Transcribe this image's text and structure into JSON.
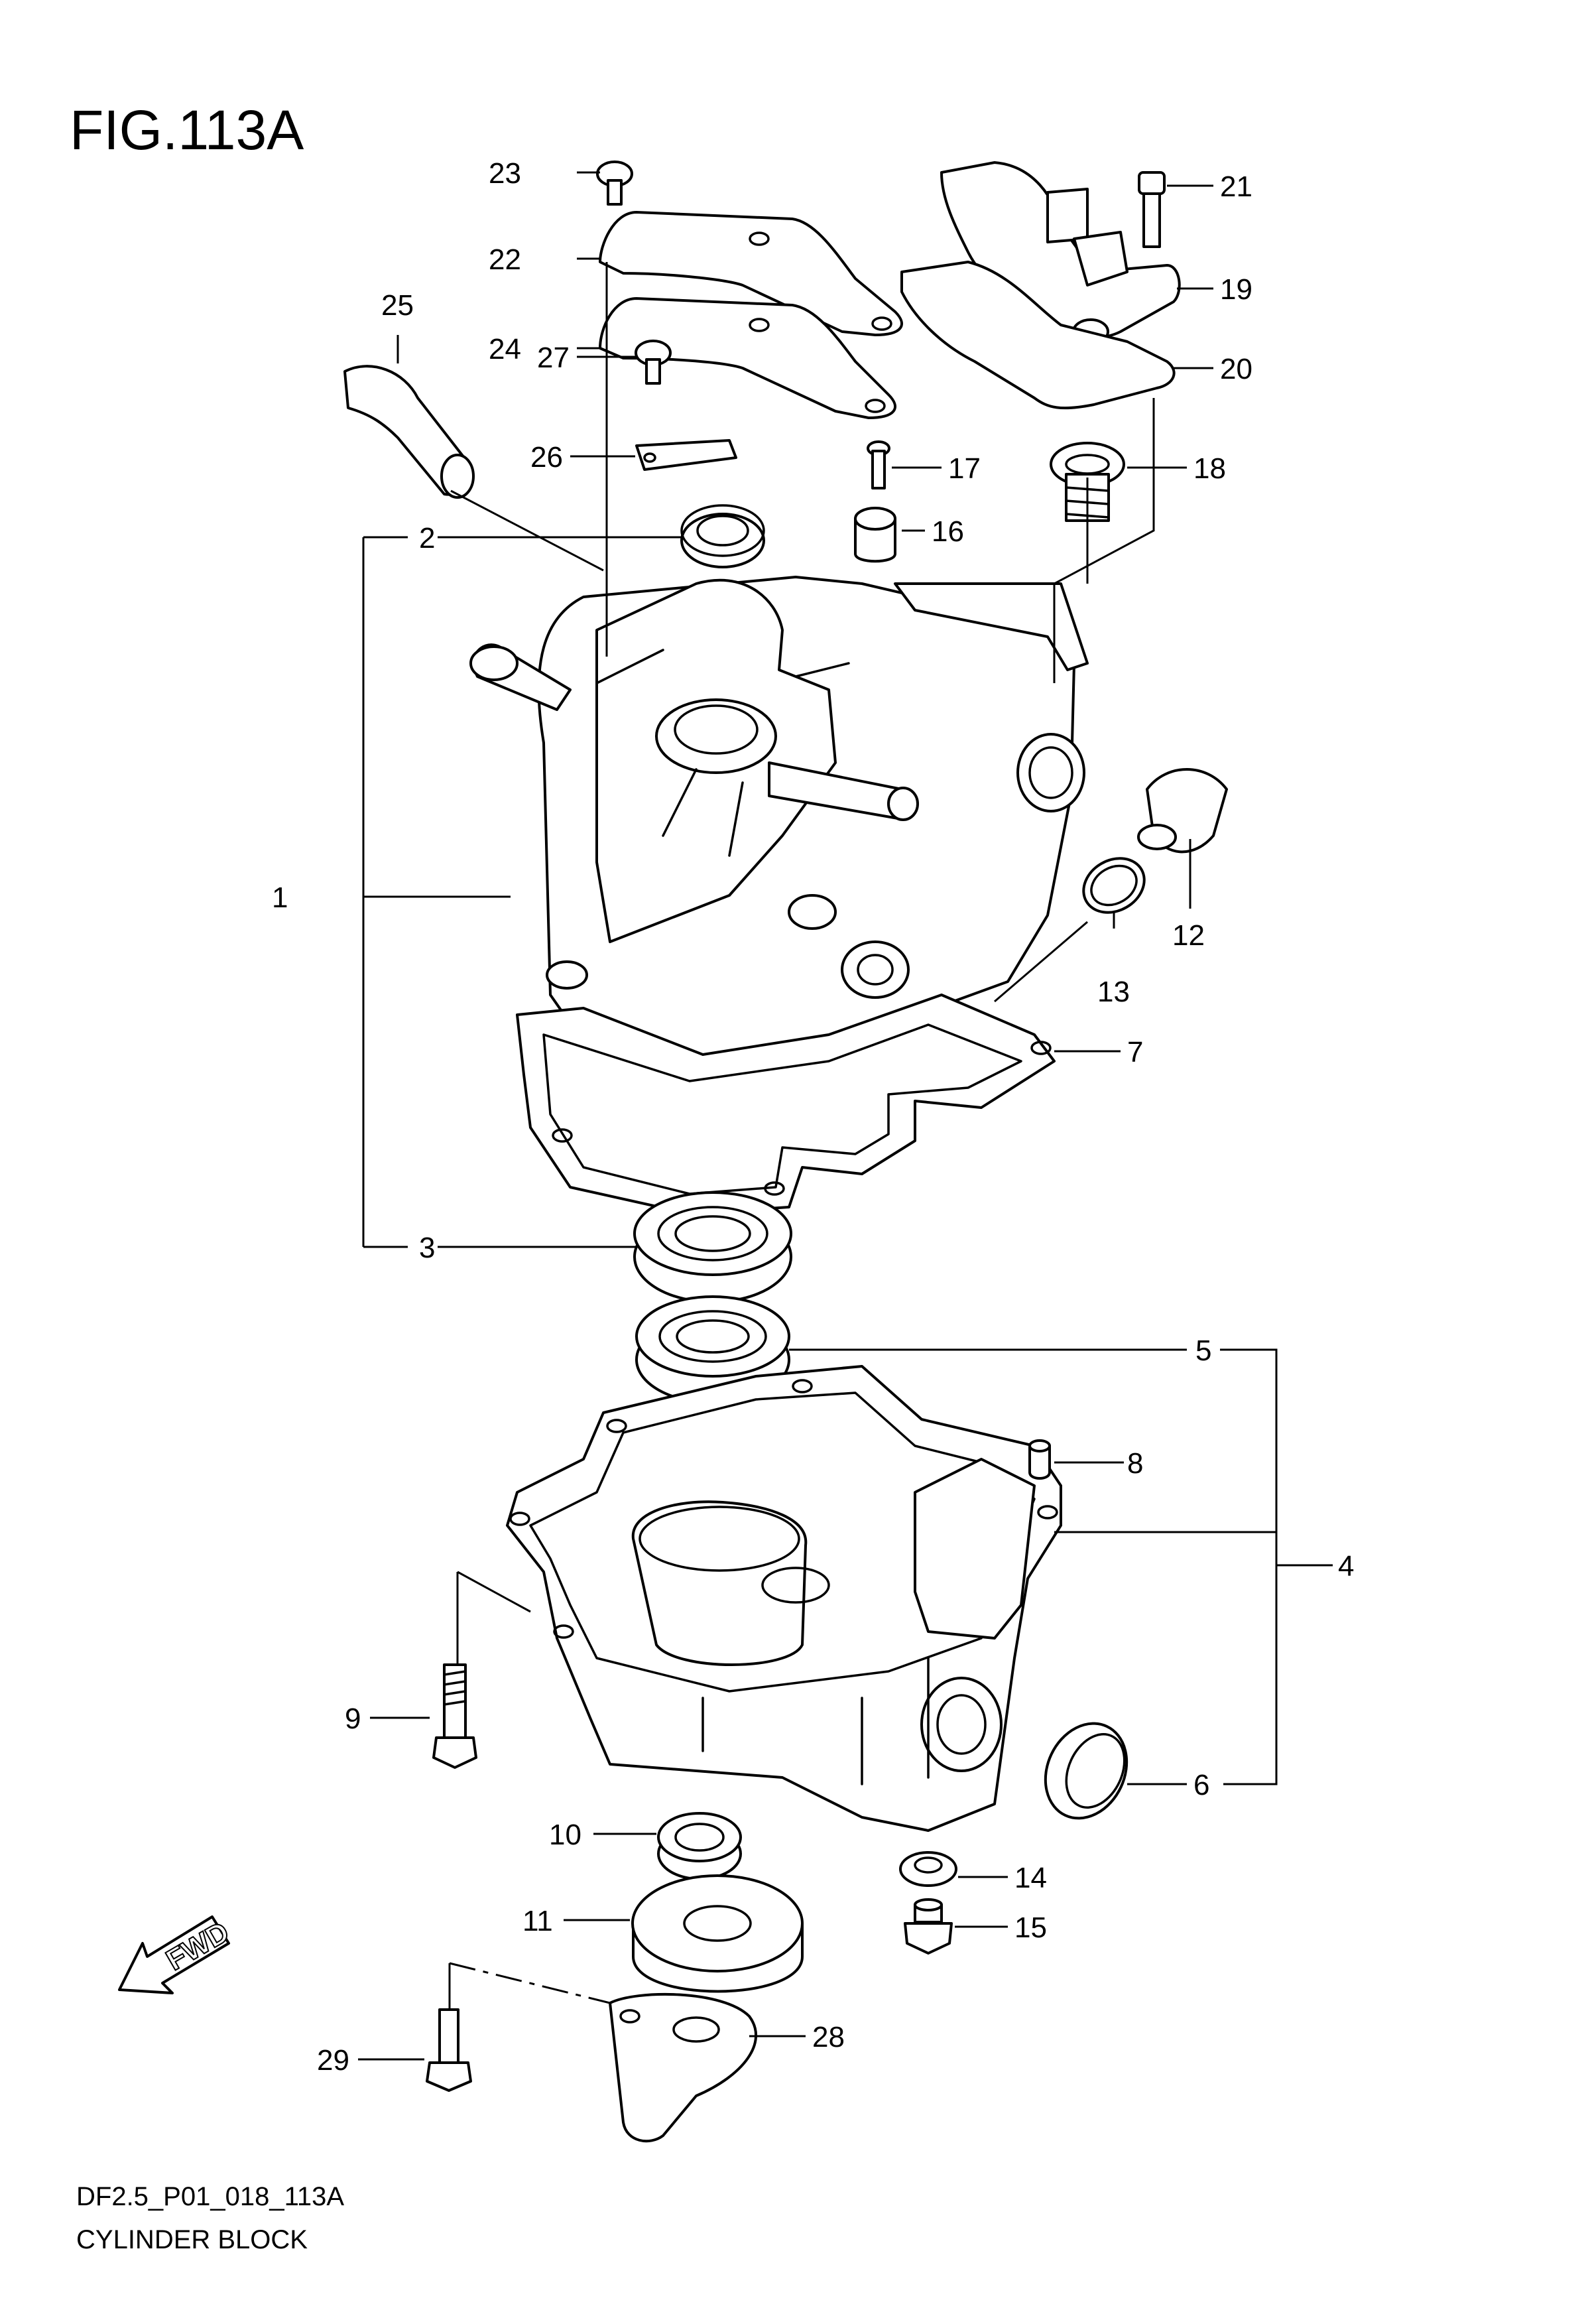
{
  "figure": {
    "title": "FIG.113A",
    "code": "DF2.5_P01_018_113A",
    "name": "CYLINDER BLOCK",
    "fwd_label": "FWD"
  },
  "callouts": {
    "c1": "1",
    "c2": "2",
    "c3": "3",
    "c4": "4",
    "c5": "5",
    "c6": "6",
    "c7": "7",
    "c8": "8",
    "c9": "9",
    "c10": "10",
    "c11": "11",
    "c12": "12",
    "c13": "13",
    "c14": "14",
    "c15": "15",
    "c16": "16",
    "c17": "17",
    "c18": "18",
    "c19": "19",
    "c20": "20",
    "c21": "21",
    "c22": "22",
    "c23": "23",
    "c24": "24",
    "c25": "25",
    "c26": "26",
    "c27": "27",
    "c28": "28",
    "c29": "29"
  }
}
